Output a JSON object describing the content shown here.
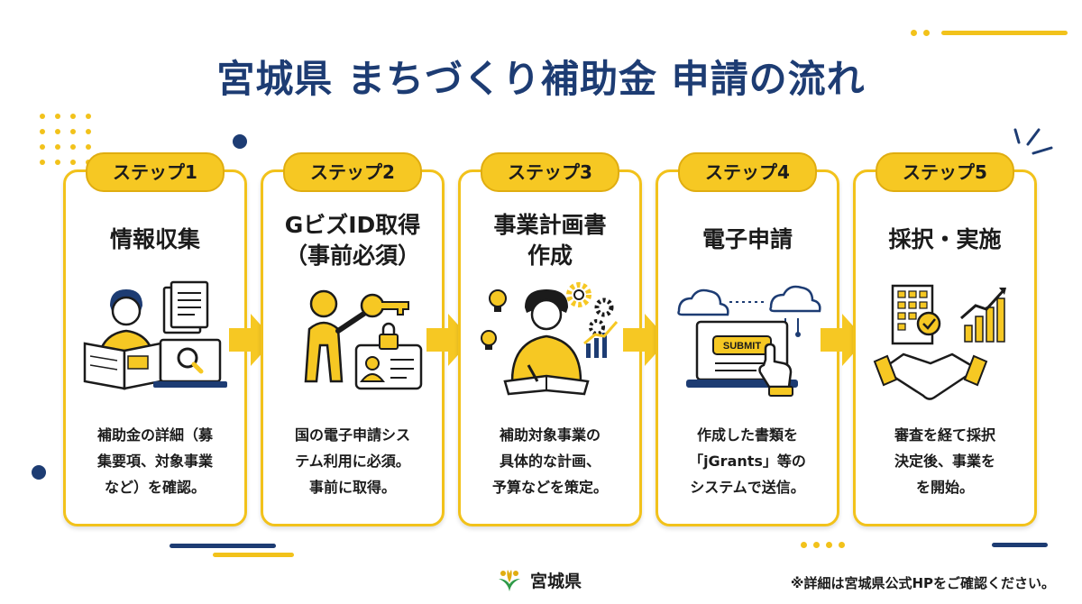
{
  "title": "宮城県 まちづくり補助金 申請の流れ",
  "steps": [
    {
      "badge": "ステップ1",
      "heading": [
        "情報収集"
      ],
      "description": [
        "補助金の詳細（募",
        "集要項、対象事業",
        "など）を確認。"
      ],
      "icon": "person-reading-search-icon"
    },
    {
      "badge": "ステップ2",
      "heading": [
        "GビズID取得",
        "（事前必須）"
      ],
      "description": [
        "国の電子申請シス",
        "テム利用に必須。",
        "事前に取得。"
      ],
      "icon": "person-key-id-card-icon"
    },
    {
      "badge": "ステップ3",
      "heading": [
        "事業計画書",
        "作成"
      ],
      "description": [
        "補助対象事業の",
        "具体的な計画、",
        "予算などを策定。"
      ],
      "icon": "person-writing-plan-icon"
    },
    {
      "badge": "ステップ4",
      "heading": [
        "電子申請"
      ],
      "description": [
        "作成した書類を",
        "「jGrants」等の",
        "システムで送信。"
      ],
      "icon": "laptop-submit-cloud-icon",
      "submit_label": "SUBMIT"
    },
    {
      "badge": "ステップ5",
      "heading": [
        "採択・実施"
      ],
      "description": [
        "審査を経て採択",
        "決定後、事業を",
        "を開始。"
      ],
      "icon": "building-growth-handshake-icon"
    }
  ],
  "footer": {
    "logo_text": "宮城県",
    "note": "※詳細は宮城県公式HPをご確認ください。"
  },
  "colors": {
    "accent_yellow": "#f2c21b",
    "navy": "#1d3c73",
    "arrow_yellow": "#f6c823"
  }
}
